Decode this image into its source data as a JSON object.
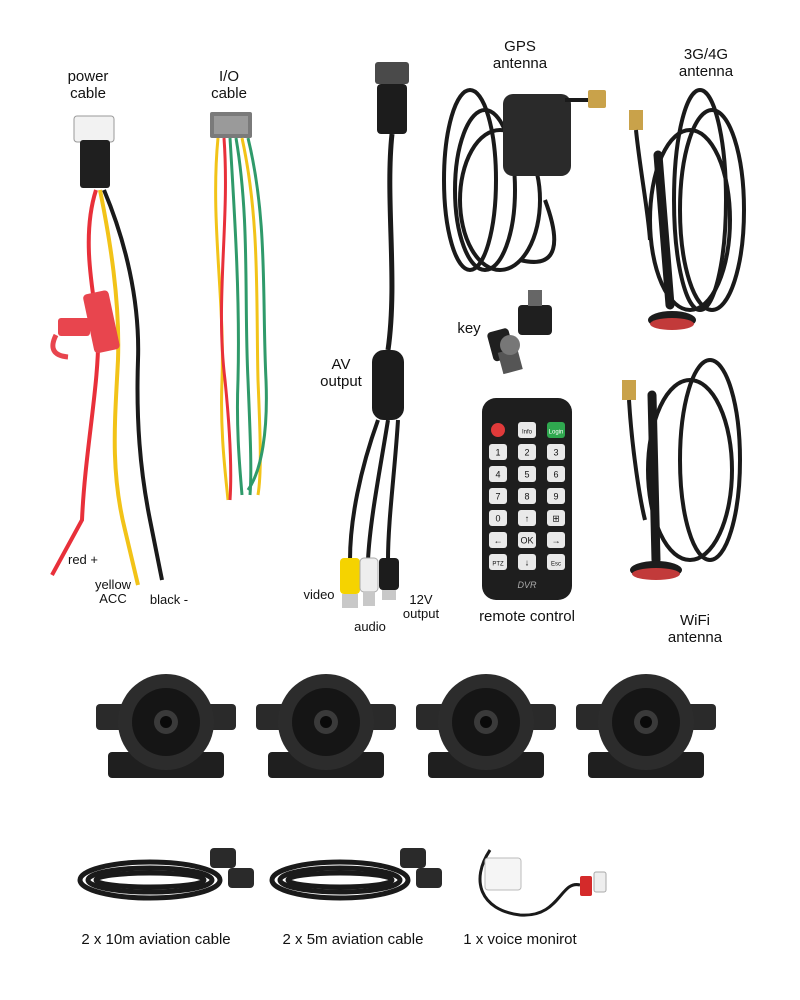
{
  "labels": {
    "power_cable": [
      "power",
      "cable"
    ],
    "io_cable": [
      "I/O",
      "cable"
    ],
    "gps_antenna": [
      "GPS",
      "antenna"
    ],
    "cell_antenna": [
      "3G/4G",
      "antenna"
    ],
    "av_output": [
      "AV",
      "output"
    ],
    "key": "key",
    "red": "red +",
    "yellow": [
      "yellow",
      "ACC"
    ],
    "black": "black -",
    "video": "video",
    "audio": "audio",
    "v12": [
      "12V",
      "output"
    ],
    "remote": "remote control",
    "wifi": [
      "WiFi",
      "antenna"
    ],
    "cable10": "2 x 10m aviation cable",
    "cable5": "2 x 5m aviation cable",
    "voice": "1 x voice monirot"
  },
  "remote_buttons": [
    "Info",
    "Login",
    "1",
    "2",
    "3",
    "4",
    "5",
    "6",
    "7",
    "8",
    "9",
    "0",
    "↑",
    "⊞",
    "←",
    "OK",
    "→",
    "PTZ",
    "↓",
    "Esc"
  ],
  "remote_brand": "DVR",
  "colors": {
    "cable_black": "#1a1a1a",
    "wire_red": "#e8303a",
    "wire_yellow": "#f2c318",
    "wire_green": "#2f9a6a",
    "fuse_red": "#e8454e",
    "rca_yellow": "#f5d300",
    "rca_white": "#eeeeee",
    "rca_red": "#d42a2a"
  }
}
